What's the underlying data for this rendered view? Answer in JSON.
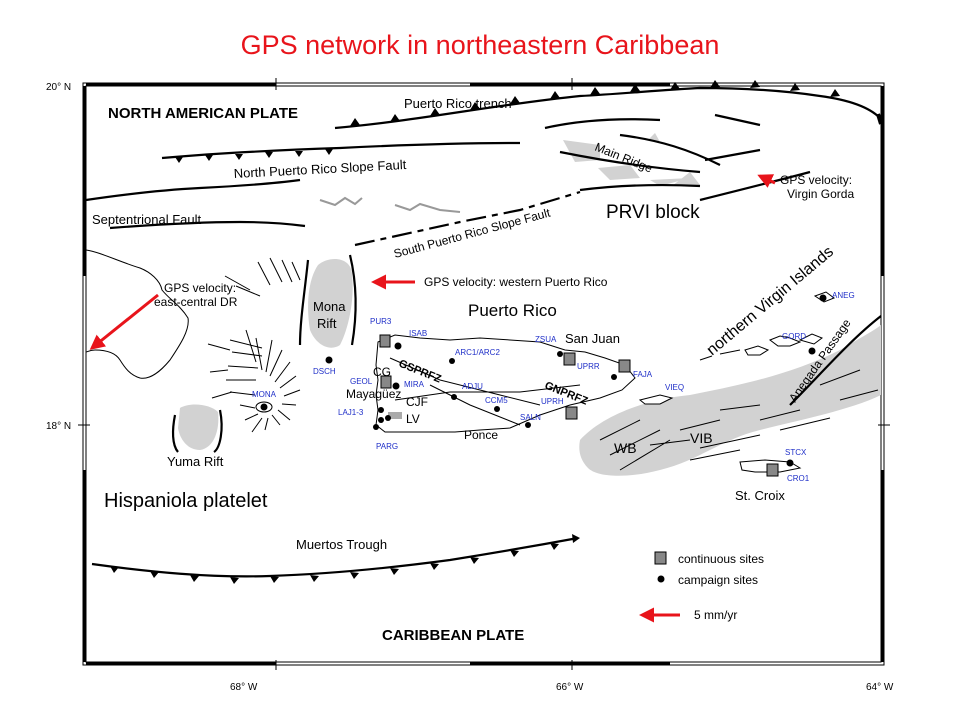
{
  "title": "GPS network in northeastern Caribbean",
  "axes": {
    "lat_top": "20° N",
    "lat_mid": "18° N",
    "lon_68": "68° W",
    "lon_66": "66° W",
    "lon_64": "64° W"
  },
  "labels": {
    "north_american_plate": "NORTH AMERICAN PLATE",
    "caribbean_plate": "CARIBBEAN PLATE",
    "pr_trench": "Puerto Rico trench",
    "nprs_fault": "North Puerto Rico Slope Fault",
    "sprs_fault": "South Puerto Rico Slope Fault",
    "main_ridge": "Main Ridge",
    "prvi_block": "PRVI block",
    "septentrional": "Septentrional Fault",
    "mona_rift_1": "Mona",
    "mona_rift_2": "Rift",
    "yuma_rift": "Yuma Rift",
    "hispaniola": "Hispaniola platelet",
    "muertos": "Muertos Trough",
    "puerto_rico": "Puerto Rico",
    "san_juan": "San Juan",
    "nvi": "northern Virgin Islands",
    "anegada": "Anegada Passage",
    "wb": "WB",
    "vib": "VIB",
    "st_croix": "St. Croix",
    "mayaguez": "Mayagüez",
    "ponce": "Ponce",
    "cg": "CG",
    "cjf": "CJF",
    "lv": "LV",
    "gsprfz": "GSPRFZ",
    "gnprfz": "GNPRFZ",
    "vel_dr_1": "GPS velocity:",
    "vel_dr_2": "east-central DR",
    "vel_wpr": "GPS velocity: western Puerto Rico",
    "vel_vg_1": "GPS velocity:",
    "vel_vg_2": "Virgin Gorda"
  },
  "legend": {
    "continuous": "continuous sites",
    "campaign": "campaign sites",
    "scale": "5 mm/yr"
  },
  "sites": {
    "pur3": "PUR3",
    "isab": "ISAB",
    "dsch": "DSCH",
    "geol": "GEOL",
    "mira": "MIRA",
    "mona": "MONA",
    "laj": "LAJ1-3",
    "parg": "PARG",
    "arc": "ARC1/ARC2",
    "adju": "ADJU",
    "ccm5": "CCM5",
    "zsua": "ZSUA",
    "uprr": "UPRR",
    "faja": "FAJA",
    "uprh": "UPRH",
    "saln": "SALN",
    "vieq": "VIEQ",
    "gord": "GORD",
    "aneg": "ANEG",
    "stcx": "STCX",
    "cro1": "CRO1"
  },
  "colors": {
    "title": "#e8141b",
    "arrow": "#e8141b",
    "site_label": "#1f2fc8",
    "shading": "#d2d2d2"
  }
}
